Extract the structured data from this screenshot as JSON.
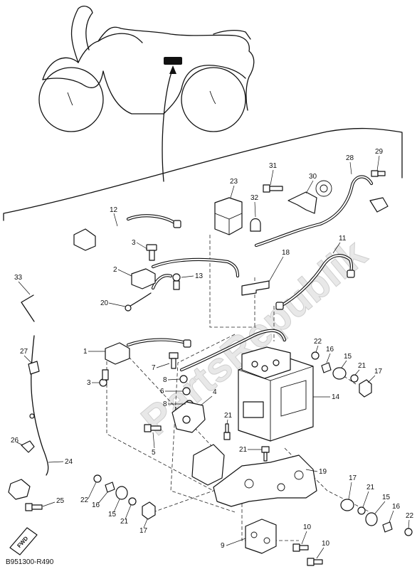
{
  "diagram": {
    "watermark": "PartsRepublik",
    "drawing_code": "B951300-R490",
    "fwd_label": "FWD",
    "callouts": {
      "c1": "1",
      "c2": "2",
      "c3a": "3",
      "c3b": "3",
      "c4": "4",
      "c5": "5",
      "c6": "6",
      "c7": "7",
      "c8a": "8",
      "c8b": "8",
      "c9": "9",
      "c10a": "10",
      "c10b": "10",
      "c11": "11",
      "c12": "12",
      "c13": "13",
      "c14": "14",
      "c15a": "15",
      "c15b": "15",
      "c15c": "15",
      "c16a": "16",
      "c16b": "16",
      "c16c": "16",
      "c17a": "17",
      "c17b": "17",
      "c17c": "17",
      "c18": "18",
      "c19": "19",
      "c20": "20",
      "c21a": "21",
      "c21b": "21",
      "c21c": "21",
      "c21d": "21",
      "c21e": "21",
      "c22a": "22",
      "c22b": "22",
      "c22c": "22",
      "c23": "23",
      "c24": "24",
      "c25": "25",
      "c26": "26",
      "c27": "27",
      "c28": "28",
      "c29": "29",
      "c30": "30",
      "c31": "31",
      "c32": "32",
      "c33": "33"
    }
  }
}
